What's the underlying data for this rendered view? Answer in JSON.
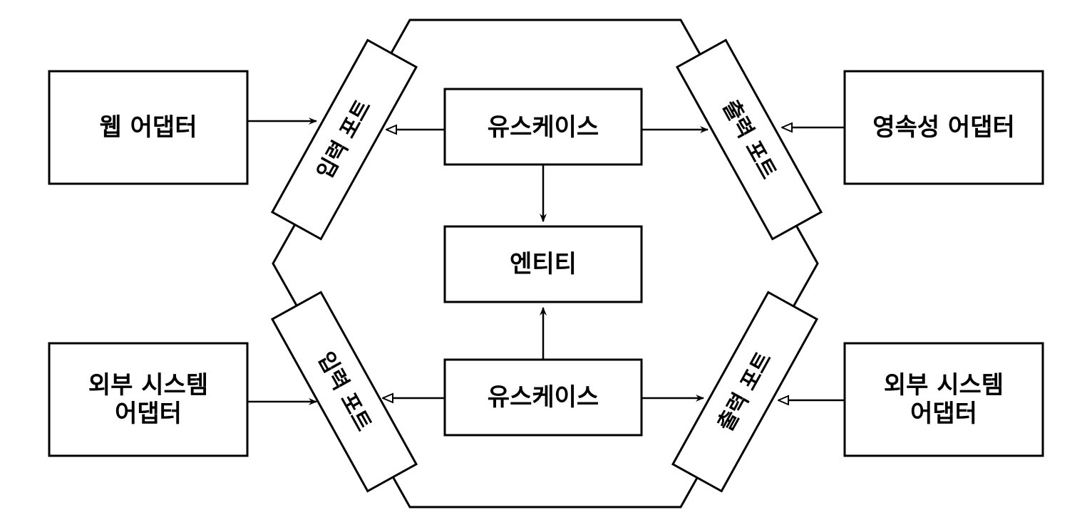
{
  "nodes": {
    "web_adapter": {
      "label": "웹 어댑터"
    },
    "persistence_adapter": {
      "label": "영속성 어댑터"
    },
    "external_adapter_left": {
      "line1": "외부 시스템",
      "line2": "어댑터"
    },
    "external_adapter_right": {
      "line1": "외부 시스템",
      "line2": "어댑터"
    },
    "usecase_top": {
      "label": "유스케이스"
    },
    "usecase_bottom": {
      "label": "유스케이스"
    },
    "entity": {
      "label": "엔티티"
    },
    "input_port_top": {
      "label": "입력 포트"
    },
    "input_port_bottom": {
      "label": "입력 포트"
    },
    "output_port_top": {
      "label": "출력 포트"
    },
    "output_port_bottom": {
      "label": "출력 포트"
    }
  },
  "edges": [
    {
      "from": "web_adapter",
      "to": "input_port_top",
      "arrow": "filled"
    },
    {
      "from": "usecase_top",
      "to": "input_port_top",
      "arrow": "hollow"
    },
    {
      "from": "usecase_top",
      "to": "output_port_top",
      "arrow": "filled"
    },
    {
      "from": "persistence_adapter",
      "to": "output_port_top",
      "arrow": "hollow"
    },
    {
      "from": "usecase_top",
      "to": "entity",
      "arrow": "filled"
    },
    {
      "from": "usecase_bottom",
      "to": "entity",
      "arrow": "filled"
    },
    {
      "from": "external_adapter_left",
      "to": "input_port_bottom",
      "arrow": "filled"
    },
    {
      "from": "usecase_bottom",
      "to": "input_port_bottom",
      "arrow": "hollow"
    },
    {
      "from": "usecase_bottom",
      "to": "output_port_bottom",
      "arrow": "filled"
    },
    {
      "from": "external_adapter_right",
      "to": "output_port_bottom",
      "arrow": "hollow"
    }
  ],
  "colors": {
    "stroke": "#000000",
    "fill": "#ffffff"
  }
}
